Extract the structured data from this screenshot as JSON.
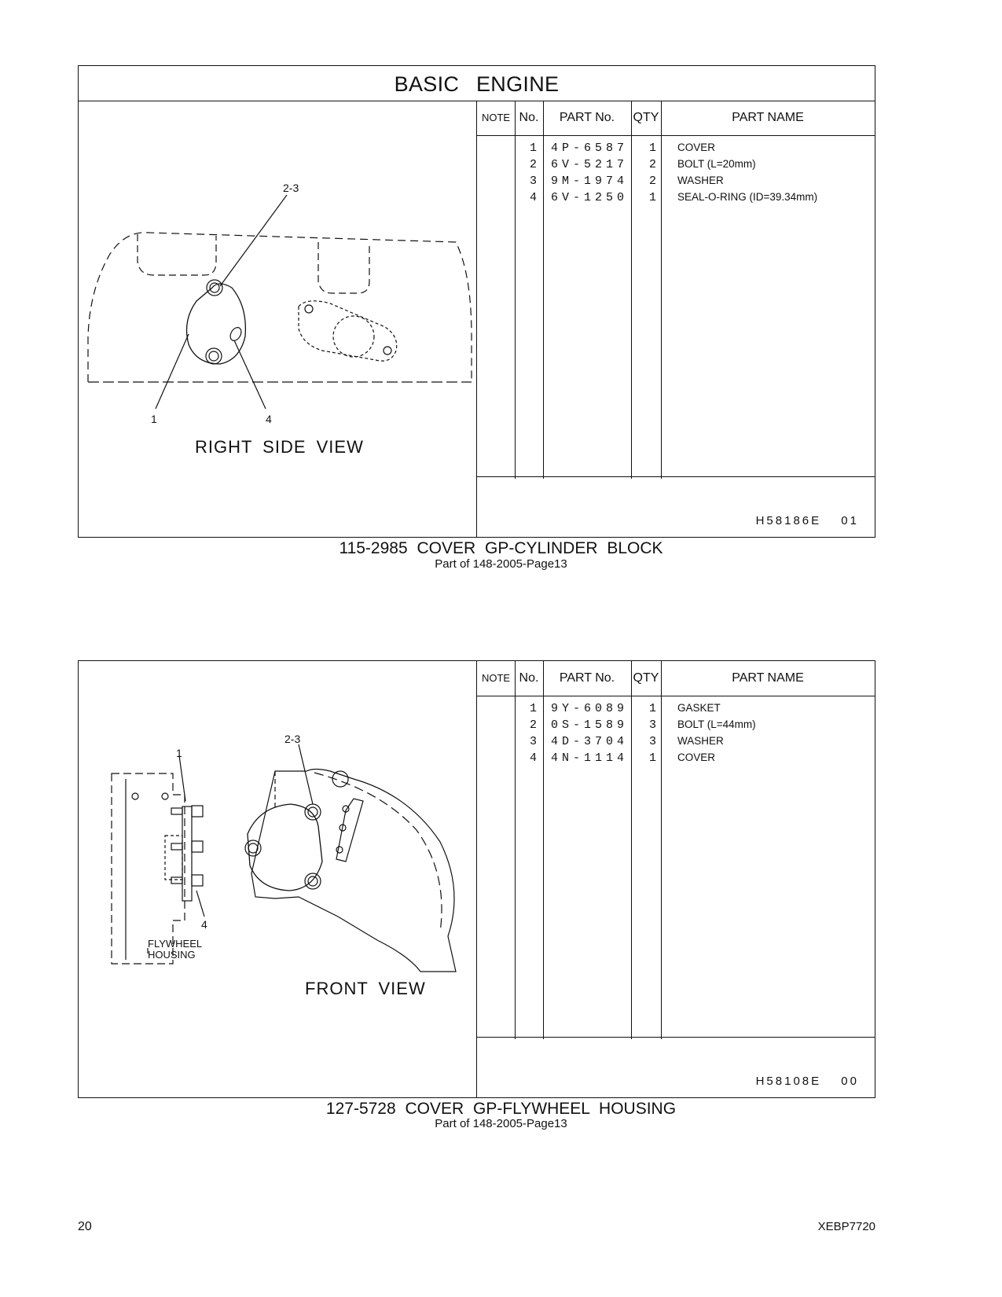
{
  "sections": [
    {
      "title": "BASIC ENGINE",
      "table_headers": {
        "note": "NOTE",
        "no": "No.",
        "part_no": "PART No.",
        "qty": "QTY",
        "part_name": "PART NAME"
      },
      "rows": [
        {
          "no": "1",
          "part_no": "4P-6587",
          "qty": "1",
          "name": "COVER"
        },
        {
          "no": "2",
          "part_no": "6V-5217",
          "qty": "2",
          "name": "BOLT (L=20mm)"
        },
        {
          "no": "3",
          "part_no": "9M-1974",
          "qty": "2",
          "name": "WASHER"
        },
        {
          "no": "4",
          "part_no": "6V-1250",
          "qty": "1",
          "name": "SEAL-O-RING (ID=39.34mm)"
        }
      ],
      "reference": "H58186E 01",
      "view_label": "RIGHT SIDE VIEW",
      "callouts": [
        "2-3",
        "1",
        "4"
      ],
      "caption": "115-2985 COVER GP-CYLINDER BLOCK",
      "subcaption": "Part of 148-2005-Page13"
    },
    {
      "title": "",
      "table_headers": {
        "note": "NOTE",
        "no": "No.",
        "part_no": "PART No.",
        "qty": "QTY",
        "part_name": "PART NAME"
      },
      "rows": [
        {
          "no": "1",
          "part_no": "9Y-6089",
          "qty": "1",
          "name": "GASKET"
        },
        {
          "no": "2",
          "part_no": "0S-1589",
          "qty": "3",
          "name": "BOLT (L=44mm)"
        },
        {
          "no": "3",
          "part_no": "4D-3704",
          "qty": "3",
          "name": "WASHER"
        },
        {
          "no": "4",
          "part_no": "4N-1114",
          "qty": "1",
          "name": "COVER"
        }
      ],
      "reference": "H58108E 00",
      "view_label": "FRONT VIEW",
      "callouts": [
        "2-3",
        "1",
        "4"
      ],
      "housing_label_line1": "FLYWHEEL",
      "housing_label_line2": "HOUSING",
      "caption": "127-5728 COVER GP-FLYWHEEL HOUSING",
      "subcaption": "Part of 148-2005-Page13"
    }
  ],
  "footer": {
    "page_number": "20",
    "doc_id": "XEBP7720"
  }
}
